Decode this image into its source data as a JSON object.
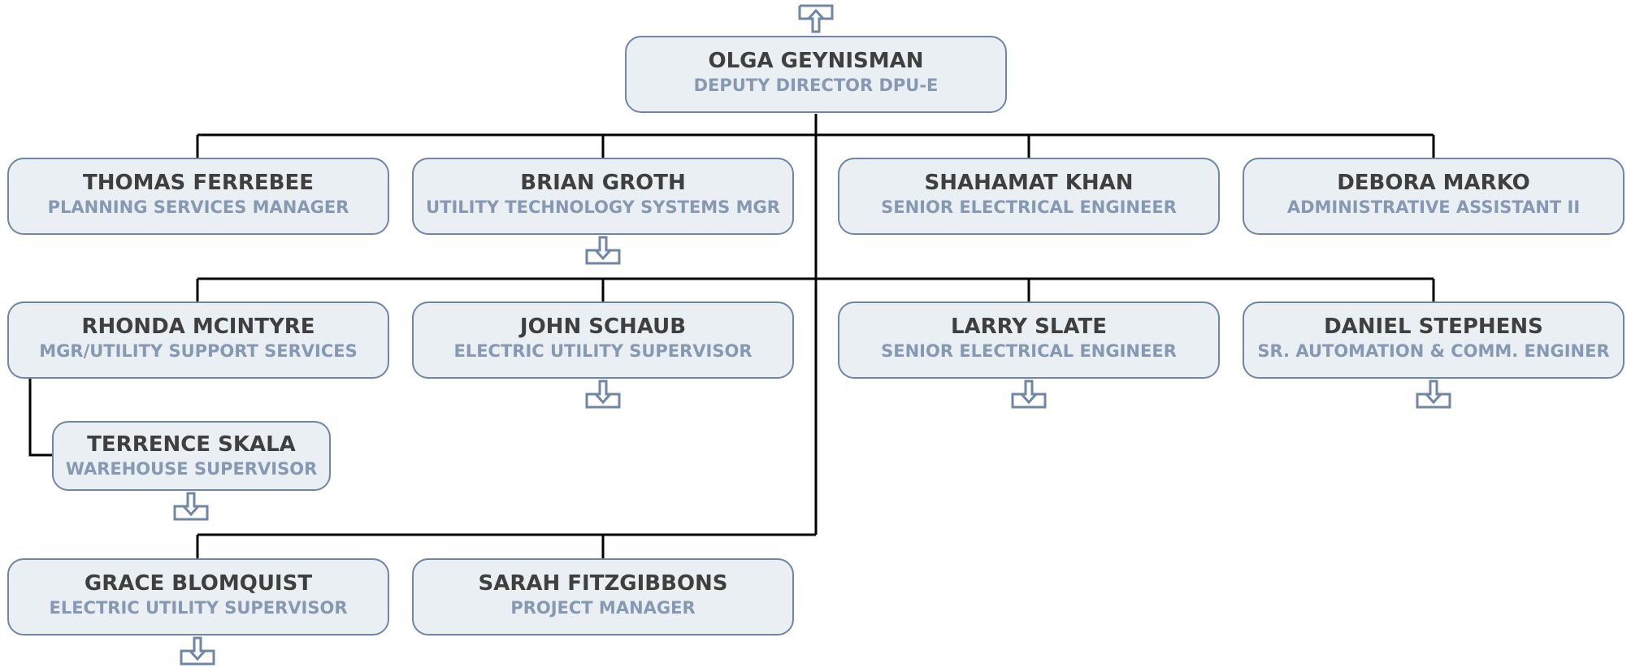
{
  "root": {
    "name": "OLGA GEYNISMAN",
    "title": "DEPUTY DIRECTOR DPU-E",
    "navigate_up_icon": "arrow-up-in-tray-icon"
  },
  "reports": [
    {
      "name": "THOMAS FERREBEE",
      "title": "PLANNING SERVICES MANAGER",
      "has_children": false
    },
    {
      "name": "BRIAN GROTH",
      "title": "UTILITY TECHNOLOGY SYSTEMS MGR",
      "has_children": true
    },
    {
      "name": "SHAHAMAT KHAN",
      "title": "SENIOR ELECTRICAL ENGINEER",
      "has_children": false
    },
    {
      "name": "DEBORA MARKO",
      "title": "ADMINISTRATIVE ASSISTANT II",
      "has_children": false
    },
    {
      "name": "RHONDA MCINTYRE",
      "title": "MGR/UTILITY SUPPORT SERVICES",
      "has_children": false
    },
    {
      "name": "JOHN SCHAUB",
      "title": "ELECTRIC UTILITY SUPERVISOR",
      "has_children": true
    },
    {
      "name": "LARRY SLATE",
      "title": "SENIOR ELECTRICAL ENGINEER",
      "has_children": true
    },
    {
      "name": "DANIEL STEPHENS",
      "title": "SR. AUTOMATION & COMM. ENGINER",
      "has_children": true
    },
    {
      "name": "GRACE BLOMQUIST",
      "title": "ELECTRIC UTILITY SUPERVISOR",
      "has_children": true
    },
    {
      "name": "SARAH FITZGIBBONS",
      "title": "PROJECT MANAGER",
      "has_children": false
    }
  ],
  "sub_reports": [
    {
      "manager": "RHONDA MCINTYRE",
      "name": "TERRENCE SKALA",
      "title": "WAREHOUSE SUPERVISOR",
      "has_children": true
    }
  ],
  "colors": {
    "node_fill": "#e9eff2",
    "node_border": "#6f86a6",
    "name_text": "#3f3f3f",
    "title_text": "#8798b3",
    "connector": "#000000"
  }
}
